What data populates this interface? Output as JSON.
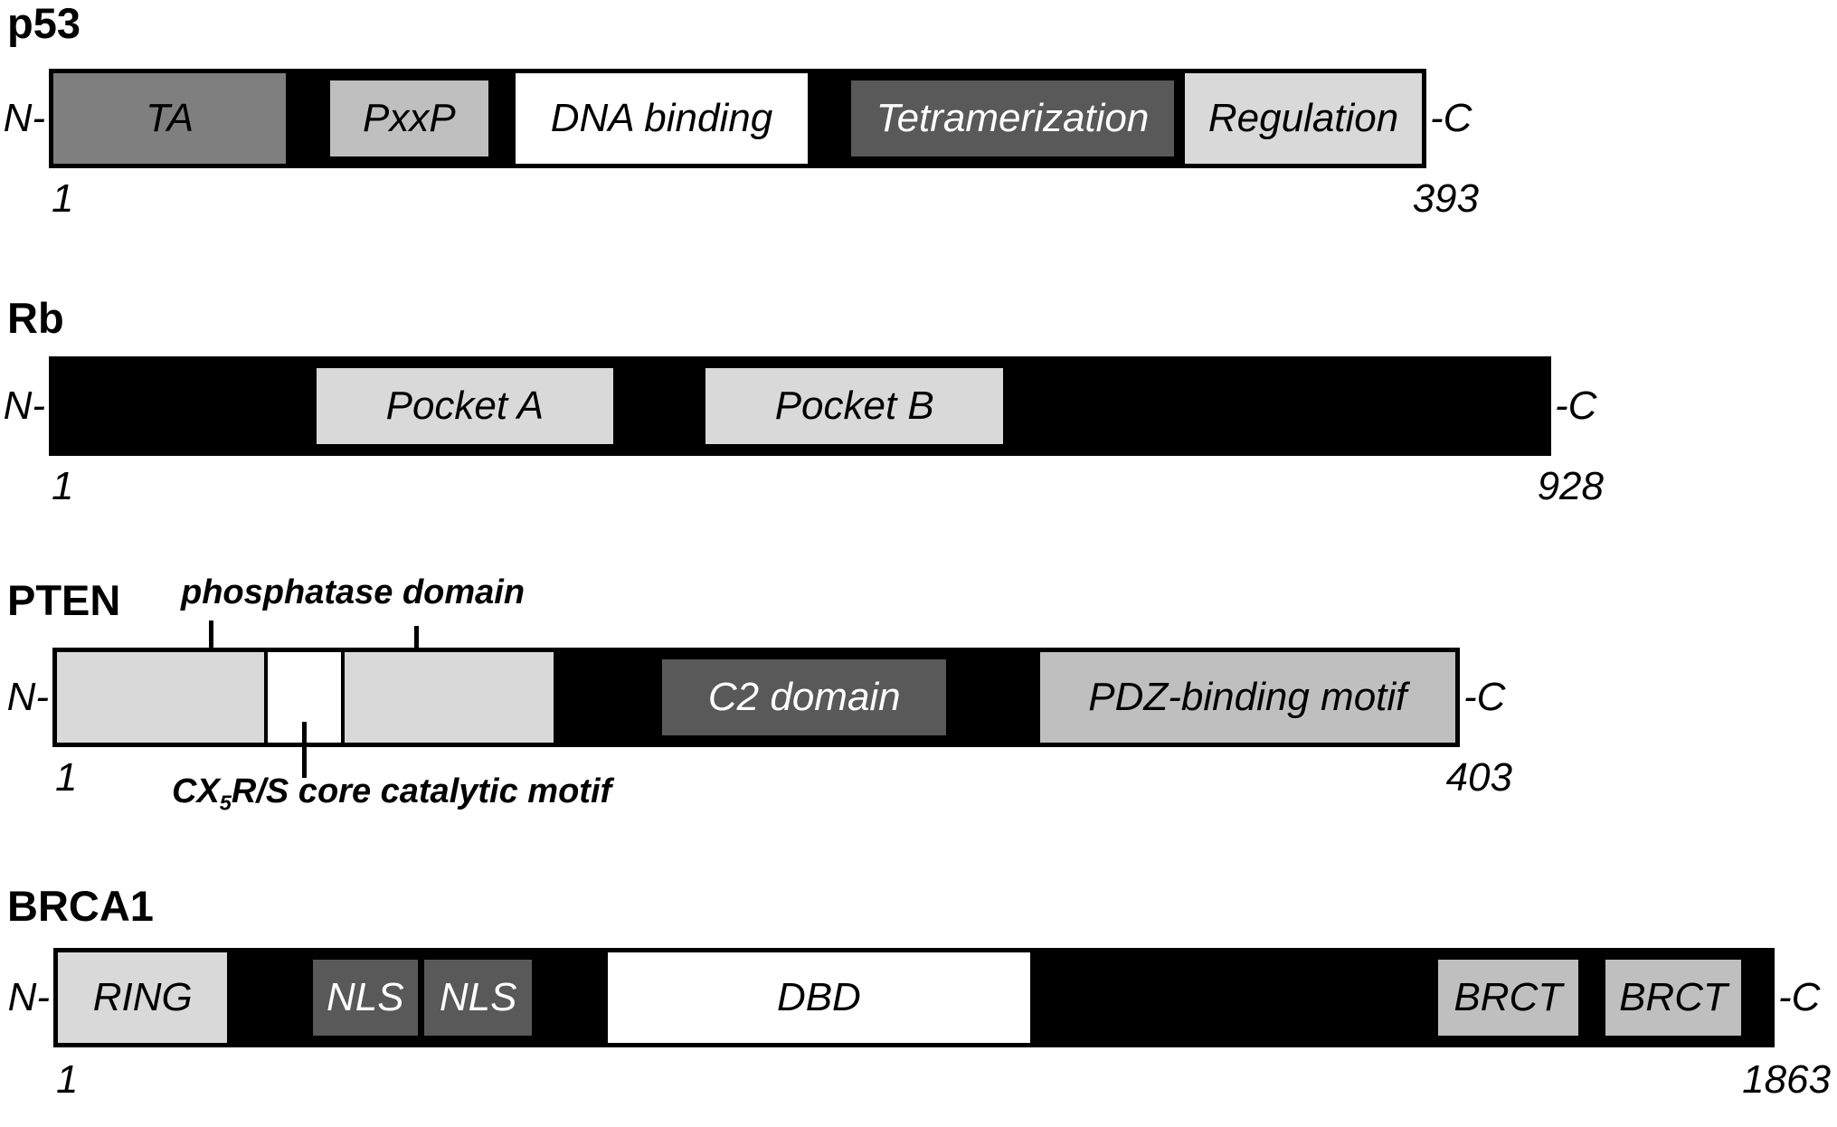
{
  "colors": {
    "backbone": "#000000",
    "domain_white": "#ffffff",
    "domain_light_gray": "#d9d9d9",
    "domain_medium_gray": "#bfbfbf",
    "domain_gray": "#7f7f7f",
    "domain_dark_gray": "#595959"
  },
  "proteins": [
    {
      "title": "p53",
      "n_terminus": "N-",
      "c_terminus": "-C",
      "start_residue": "1",
      "end_residue": "393",
      "domains": [
        {
          "name": "ta",
          "label": "TA",
          "width_pct": 17.0,
          "fill": "#7f7f7f",
          "text_color": "#000000",
          "inset": false
        },
        {
          "name": "linker",
          "spacer": true,
          "width_pct": 3.2
        },
        {
          "name": "pxxp",
          "label": "PxxP",
          "width_pct": 11.6,
          "fill": "#bfbfbf",
          "text_color": "#000000",
          "inset": true
        },
        {
          "name": "linker",
          "spacer": true,
          "width_pct": 2.0
        },
        {
          "name": "dna-binding",
          "label": "DNA binding",
          "width_pct": 21.3,
          "fill": "#ffffff",
          "text_color": "#000000",
          "inset": false
        },
        {
          "name": "linker",
          "spacer": true,
          "width_pct": 3.2
        },
        {
          "name": "tetramerization",
          "label": "Tetramerization",
          "width_pct": 23.6,
          "fill": "#595959",
          "text_color": "#ffffff",
          "inset": true
        },
        {
          "name": "linker",
          "spacer": true,
          "width_pct": 0.8
        },
        {
          "name": "regulation",
          "label": "Regulation",
          "width_pct": 17.3,
          "fill": "#d9d9d9",
          "text_color": "#000000",
          "inset": false
        }
      ]
    },
    {
      "title": "Rb",
      "n_terminus": "N-",
      "c_terminus": "-C",
      "start_residue": "1",
      "end_residue": "928",
      "domains": [
        {
          "name": "linker",
          "spacer": true,
          "width_pct": 17.6
        },
        {
          "name": "pocket-a",
          "label": "Pocket A",
          "width_pct": 19.9,
          "fill": "#d9d9d9",
          "text_color": "#000000",
          "inset": true
        },
        {
          "name": "linker",
          "spacer": true,
          "width_pct": 6.2
        },
        {
          "name": "pocket-b",
          "label": "Pocket B",
          "width_pct": 19.9,
          "fill": "#d9d9d9",
          "text_color": "#000000",
          "inset": true
        },
        {
          "name": "linker",
          "spacer": true,
          "width_pct": 36.4
        }
      ]
    },
    {
      "title": "PTEN",
      "n_terminus": "N-",
      "c_terminus": "-C",
      "start_residue": "1",
      "end_residue": "403",
      "annotations": {
        "above_label": "phosphatase domain",
        "below_prefix": "CX",
        "below_subscript": "5",
        "below_suffix": "R/S core catalytic motif"
      },
      "domains": [
        {
          "name": "phosphatase-n",
          "label": "",
          "width_pct": 14.8,
          "fill": "#d9d9d9",
          "text_color": "#000000",
          "inset": false
        },
        {
          "name": "linker",
          "spacer": true,
          "width_pct": 0.3
        },
        {
          "name": "cx5rs-core-catalytic-motif",
          "label": "",
          "width_pct": 5.2,
          "fill": "#ffffff",
          "text_color": "#000000",
          "inset": false
        },
        {
          "name": "linker",
          "spacer": true,
          "width_pct": 0.3
        },
        {
          "name": "phosphatase-c",
          "label": "",
          "width_pct": 14.9,
          "fill": "#d9d9d9",
          "text_color": "#000000",
          "inset": false
        },
        {
          "name": "linker",
          "spacer": true,
          "width_pct": 7.8
        },
        {
          "name": "c2-domain",
          "label": "C2 domain",
          "width_pct": 20.3,
          "fill": "#595959",
          "text_color": "#ffffff",
          "inset": true
        },
        {
          "name": "linker",
          "spacer": true,
          "width_pct": 6.7
        },
        {
          "name": "pdz-binding-motif",
          "label": "PDZ-binding motif",
          "width_pct": 29.7,
          "fill": "#bfbfbf",
          "text_color": "#000000",
          "inset": false
        }
      ]
    },
    {
      "title": "BRCA1",
      "n_terminus": "N-",
      "c_terminus": "-C",
      "start_residue": "1",
      "end_residue": "1863",
      "domains": [
        {
          "name": "ring",
          "label": "RING",
          "width_pct": 9.9,
          "fill": "#d9d9d9",
          "text_color": "#000000",
          "inset": false
        },
        {
          "name": "linker",
          "spacer": true,
          "width_pct": 5.0
        },
        {
          "name": "nls-1",
          "label": "NLS",
          "width_pct": 6.1,
          "fill": "#595959",
          "text_color": "#ffffff",
          "inset": true
        },
        {
          "name": "linker",
          "spacer": true,
          "width_pct": 0.4
        },
        {
          "name": "nls-2",
          "label": "NLS",
          "width_pct": 6.3,
          "fill": "#595959",
          "text_color": "#ffffff",
          "inset": true
        },
        {
          "name": "linker",
          "spacer": true,
          "width_pct": 4.4
        },
        {
          "name": "dbd",
          "label": "DBD",
          "width_pct": 24.7,
          "fill": "#ffffff",
          "text_color": "#000000",
          "inset": false
        },
        {
          "name": "linker",
          "spacer": true,
          "width_pct": 23.8
        },
        {
          "name": "brct-1",
          "label": "BRCT",
          "width_pct": 8.2,
          "fill": "#bfbfbf",
          "text_color": "#000000",
          "inset": true
        },
        {
          "name": "linker",
          "spacer": true,
          "width_pct": 1.6
        },
        {
          "name": "brct-2",
          "label": "BRCT",
          "width_pct": 7.9,
          "fill": "#bfbfbf",
          "text_color": "#000000",
          "inset": true
        },
        {
          "name": "linker",
          "spacer": true,
          "width_pct": 1.7
        }
      ]
    }
  ]
}
